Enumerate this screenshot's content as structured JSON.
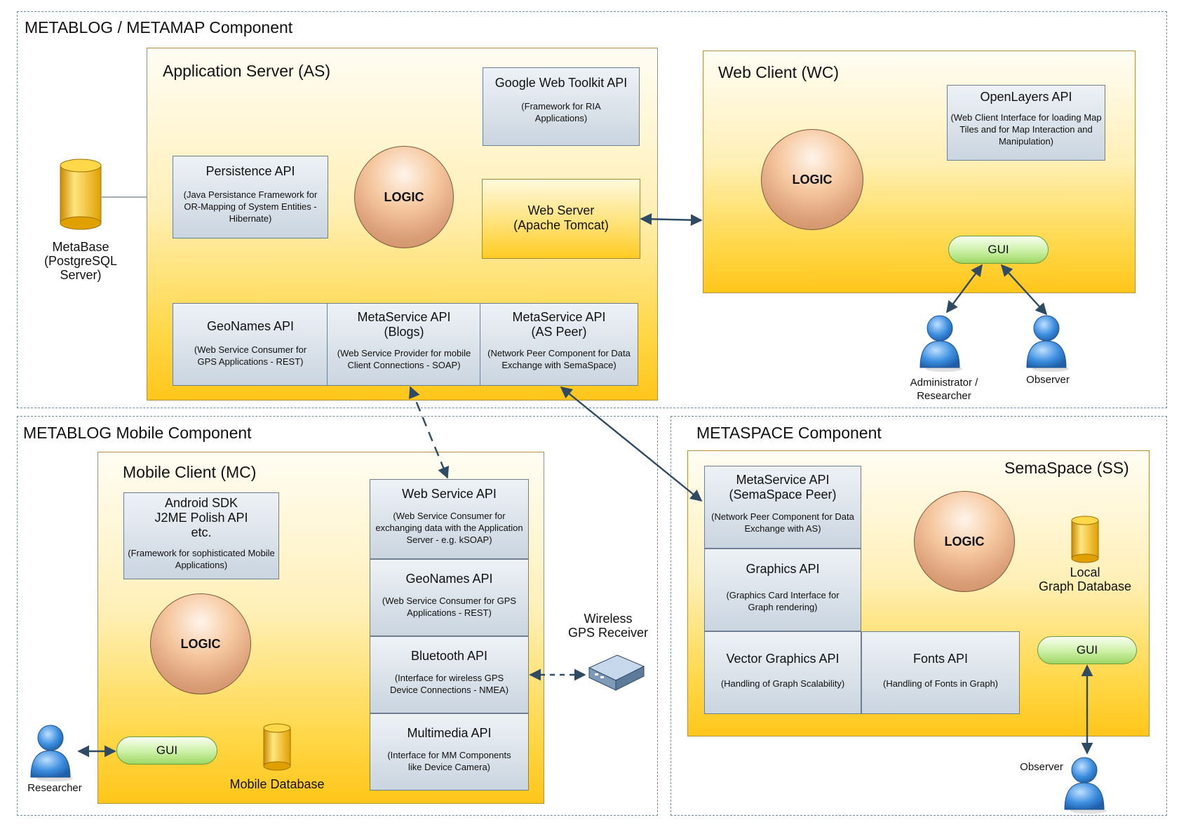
{
  "groups": {
    "metablog_metamap": "METABLOG / METAMAP Component",
    "metablog_mobile": "METABLOG Mobile Component",
    "metaspace": "METASPACE Component"
  },
  "application_server": {
    "title": "Application Server (AS)",
    "logic": "LOGIC",
    "gwt": {
      "title": "Google Web Toolkit API",
      "desc": "(Framework for RIA Applications)"
    },
    "persistence": {
      "title": "Persistence API",
      "desc": "(Java Persistance Framework for OR-Mapping of System Entities - Hibernate)"
    },
    "web_server": {
      "line1": "Web Server",
      "line2": "(Apache Tomcat)"
    },
    "geonames": {
      "title": "GeoNames API",
      "desc": "(Web Service Consumer for GPS Applications - REST)"
    },
    "metaservice_blogs": {
      "title1": "MetaService API",
      "title2": "(Blogs)",
      "desc": "(Web Service Provider for mobile Client Connections - SOAP)"
    },
    "metaservice_peer": {
      "title1": "MetaService API",
      "title2": "(AS Peer)",
      "desc": "(Network Peer Component for Data Exchange with SemaSpace)"
    }
  },
  "metabase": {
    "line1": "MetaBase",
    "line2": "(PostgreSQL",
    "line3": "Server)"
  },
  "web_client": {
    "title": "Web Client (WC)",
    "logic": "LOGIC",
    "openlayers": {
      "title": "OpenLayers API",
      "desc": "(Web Client Interface for loading Map Tiles and for Map Interaction and Manipulation)"
    },
    "gui": "GUI"
  },
  "actors": {
    "admin_line1": "Administrator /",
    "admin_line2": "Researcher",
    "observer_wc": "Observer",
    "researcher_mc": "Researcher",
    "observer_ss": "Observer"
  },
  "mobile_client": {
    "title": "Mobile Client (MC)",
    "logic": "LOGIC",
    "android": {
      "line1": "Android SDK",
      "line2": "J2ME Polish API",
      "line3": "etc.",
      "desc": "(Framework for sophisticated Mobile Applications)"
    },
    "webservice": {
      "title": "Web Service API",
      "desc": "(Web Service Consumer for exchanging data with the Application Server - e.g. kSOAP)"
    },
    "geonames": {
      "title": "GeoNames API",
      "desc": "(Web Service Consumer for GPS Applications - REST)"
    },
    "bluetooth": {
      "title": "Bluetooth API",
      "desc": "(Interface for wireless GPS Device Connections - NMEA)"
    },
    "multimedia": {
      "title": "Multimedia API",
      "desc": "(Interface for MM Components like Device Camera)"
    },
    "gui": "GUI",
    "mobile_db": "Mobile Database"
  },
  "gps": {
    "line1": "Wireless",
    "line2": "GPS Receiver"
  },
  "semaspace": {
    "title": "SemaSpace (SS)",
    "logic": "LOGIC",
    "peer": {
      "title1": "MetaService API",
      "title2": "(SemaSpace Peer)",
      "desc": "(Network Peer Component for Data Exchange with AS)"
    },
    "graphics": {
      "title": "Graphics API",
      "desc": "(Graphics Card Interface for Graph rendering)"
    },
    "vector": {
      "title": "Vector Graphics API",
      "desc": "(Handling of Graph Scalability)"
    },
    "fonts": {
      "title": "Fonts API",
      "desc": "(Handling of Fonts in Graph)"
    },
    "gui": "GUI",
    "local_db_line1": "Local",
    "local_db_line2": "Graph Database"
  },
  "colors": {
    "tier_top": "#fffdf4",
    "tier_bottom": "#ffc61a",
    "api_top": "#eef2f6",
    "api_bottom": "#cad5e0",
    "logic_fill": "#dca07a",
    "gui_fill": "#9dd765",
    "group_border": "#6f8ea6",
    "connector": "#2f4a63",
    "actor_blue": "#2f7fd0",
    "db_gold": "#f4b800"
  },
  "icons": {
    "actor": "person-icon",
    "database": "database-cylinder-icon",
    "gps": "gps-receiver-device-icon"
  }
}
